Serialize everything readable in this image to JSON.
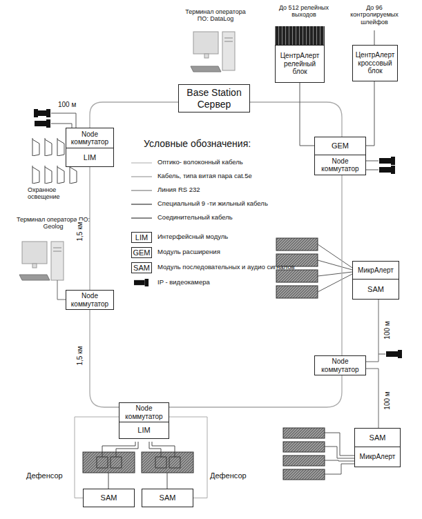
{
  "diagram": {
    "nodes": [
      {
        "text": [
          "Base Station Сервер"
        ]
      },
      {
        "text": [
          "ЦентрАлерт релейный блок"
        ]
      },
      {
        "text": [
          "ЦентрАлерт кроссовый блок"
        ]
      },
      {
        "text": [
          "Node коммутатор"
        ]
      },
      {
        "text": [
          "LIM"
        ]
      },
      {
        "text": [
          "GEM"
        ]
      },
      {
        "text": [
          "Node коммутатор"
        ]
      },
      {
        "text": [
          "Node коммутатор"
        ]
      },
      {
        "text": [
          "МикрАлерт"
        ]
      },
      {
        "text": [
          "SAM"
        ]
      },
      {
        "text": [
          "Node коммутатор"
        ]
      },
      {
        "text": [
          "SAM"
        ]
      },
      {
        "text": [
          "МикрАлерт"
        ]
      },
      {
        "text": [
          "Node коммутатор"
        ]
      },
      {
        "text": [
          "LIM"
        ]
      },
      {
        "text": [
          "SAM"
        ]
      },
      {
        "text": [
          "SAM"
        ]
      }
    ],
    "edges": [
      {
        "from": 0,
        "to": 5,
        "arrow": "none"
      },
      {
        "from": 1,
        "to": 5,
        "arrow": "none"
      },
      {
        "from": 2,
        "to": 5,
        "arrow": "none"
      },
      {
        "from": 6,
        "to": 10,
        "arrow": "none"
      },
      {
        "from": 10,
        "to": 9,
        "label": "100 м",
        "arrow": "none"
      },
      {
        "from": 10,
        "to": 11,
        "label": "100 м",
        "arrow": "none"
      },
      {
        "from": 10,
        "to": 13,
        "arrow": "none"
      },
      {
        "from": 13,
        "to": 7,
        "label": "1,5 км",
        "arrow": "none"
      },
      {
        "from": 7,
        "to": 4,
        "label": "1,5 км",
        "arrow": "none"
      },
      {
        "from": 3,
        "to": 0,
        "arrow": "none"
      },
      {
        "from": 13,
        "to": 15,
        "arrow": "none"
      },
      {
        "from": 13,
        "to": 16,
        "arrow": "none"
      }
    ],
    "labels": [
      "Терминал оператора ПО: DataLog",
      "До 512 релейных выходов",
      "До 96 контролируемых шлейфов",
      "100 м",
      "Охранное освещение",
      "Терминал оператора ПО: Geolog",
      "Условные обозначения:",
      "LIM",
      "GEM",
      "SAM",
      "Дефенсор",
      "Дефенсор"
    ],
    "legend": [
      {
        "text": "Оптико- волоконный кабель"
      },
      {
        "text": "Кабель, типа витая пара cat.5e"
      },
      {
        "text": "Линия RS 232"
      },
      {
        "text": "Специальный 9 -ти жильный кабель"
      },
      {
        "text": "Соединительный кабель"
      },
      {
        "text": "Интерфейсный модуль"
      },
      {
        "text": "Модуль расширения"
      },
      {
        "text": "Модуль последовательных и аудио сигналов"
      },
      {
        "text": "IP - видеокамера"
      }
    ]
  }
}
